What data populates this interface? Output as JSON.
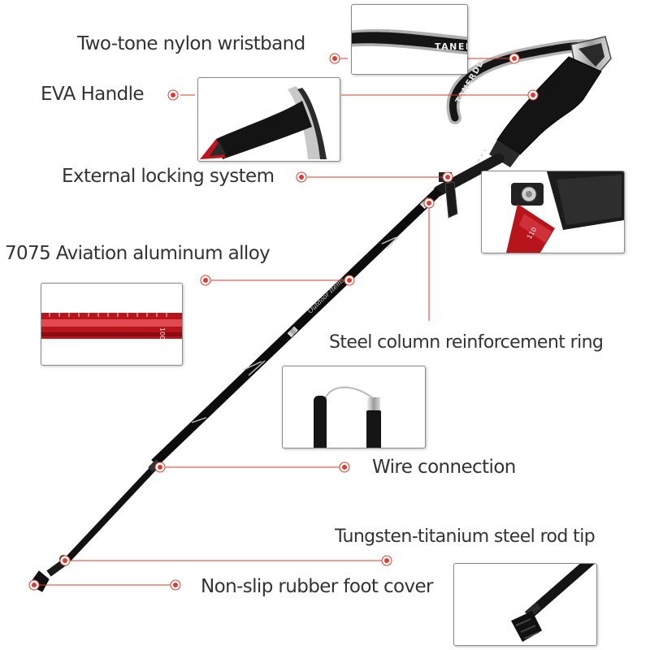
{
  "labels": {
    "wristband": "Two-tone nylon wristband",
    "eva_handle": "EVA Handle",
    "locking": "External locking system",
    "alloy": "7075 Aviation aluminum alloy",
    "ring": "Steel column reinforcement ring",
    "wire": "Wire connection",
    "tip": "Tungsten-titanium steel rod tip",
    "foot": "Non-slip rubber foot cover"
  },
  "brand_text": "TANERDD",
  "pole_script": "Outdoor Items",
  "scale_marks": [
    "110",
    "100"
  ],
  "colors": {
    "accent_red": "#e03a2e",
    "pole_black": "#141414",
    "shaft_red": "#b8141c",
    "strap_gray": "#9a9a9a",
    "label_text": "#333333"
  }
}
